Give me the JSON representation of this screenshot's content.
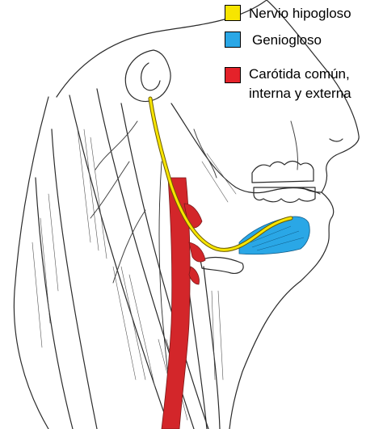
{
  "legend": {
    "items": [
      {
        "label": "Nervio hipogloso",
        "color": "#f7e500"
      },
      {
        "label": "Geniogloso",
        "color": "#2aa7e6"
      },
      {
        "label_lines": [
          "Carótida común,",
          "interna y externa"
        ],
        "color": "#e4222a"
      }
    ]
  },
  "colors": {
    "line_art": "#2b2b2b",
    "nerve": "#f7e500",
    "muscle": "#2aa7e6",
    "artery": "#d3262a"
  }
}
